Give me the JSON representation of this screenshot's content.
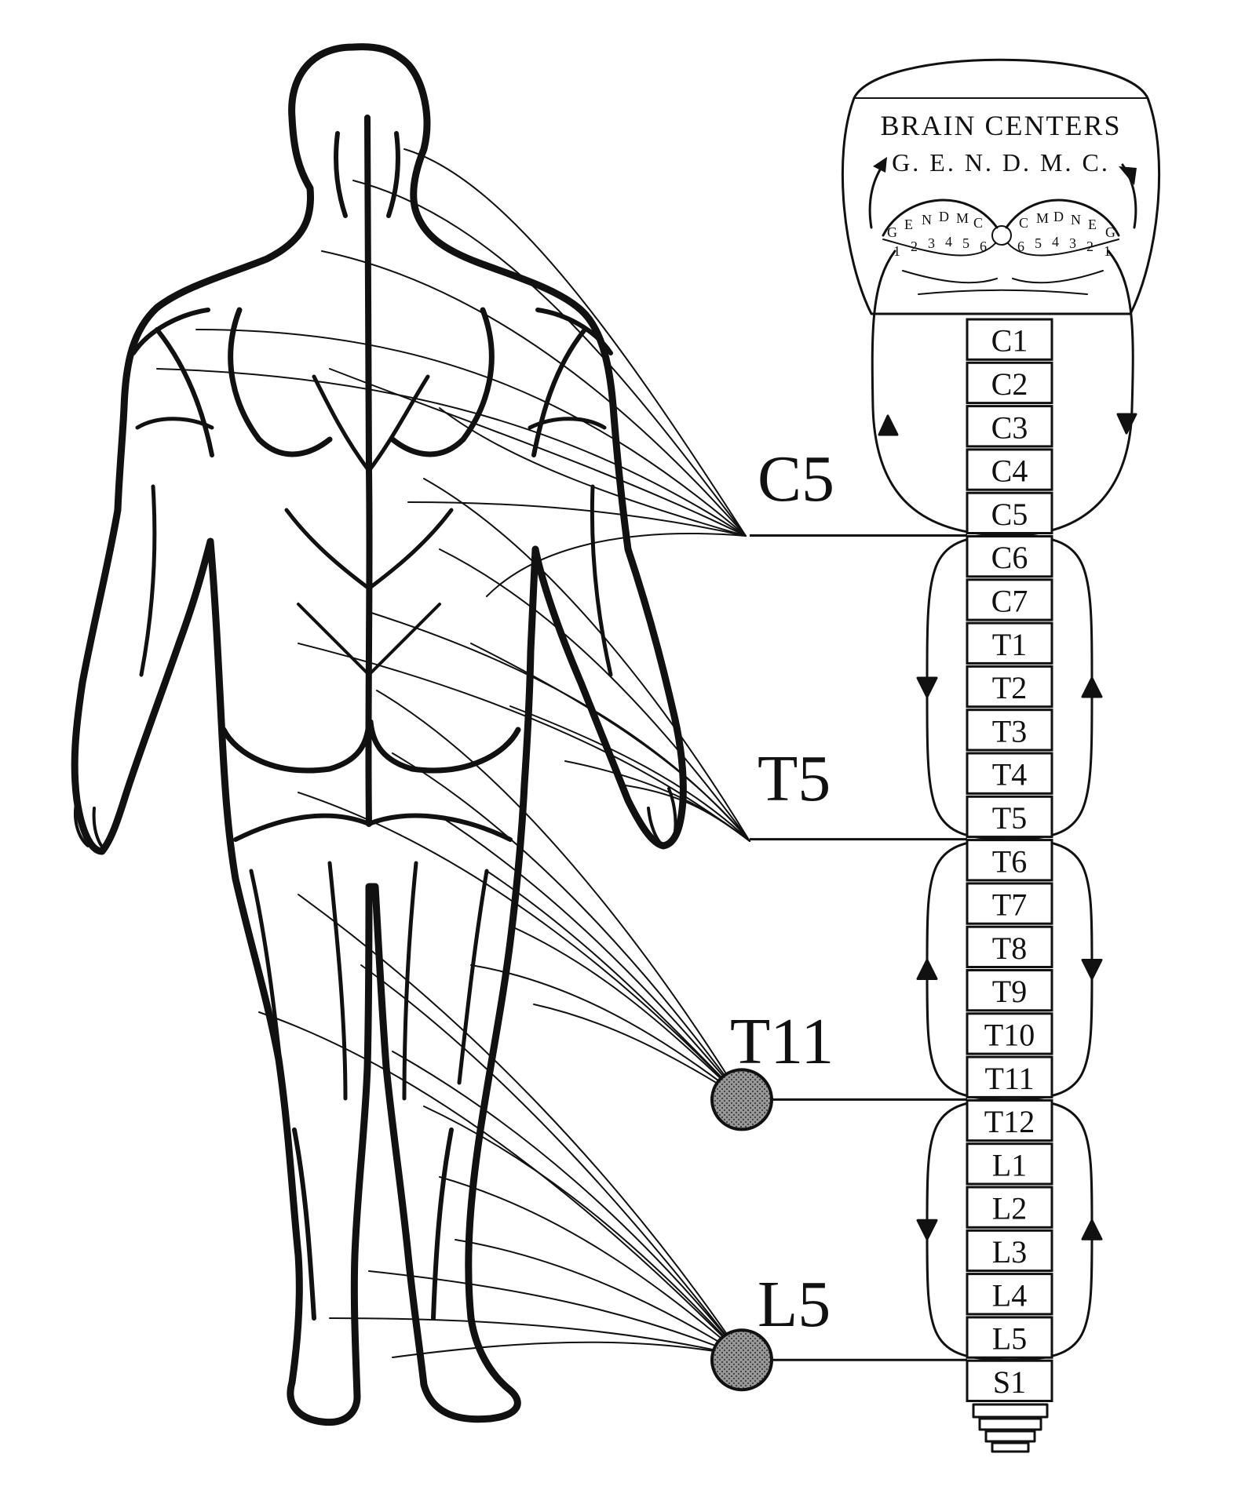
{
  "brain": {
    "title": "BRAIN CENTERS",
    "subtitle": "G. E. N. D. M. C.",
    "left_letters": [
      "G",
      "E",
      "N",
      "D",
      "M",
      "C"
    ],
    "right_letters": [
      "C",
      "M",
      "D",
      "N",
      "E",
      "G"
    ],
    "left_numbers": [
      "1",
      "2",
      "3",
      "4",
      "5",
      "6"
    ],
    "right_numbers": [
      "6",
      "5",
      "4",
      "3",
      "2",
      "1"
    ]
  },
  "spine": {
    "segments": [
      "C1",
      "C2",
      "C3",
      "C4",
      "C5",
      "C6",
      "C7",
      "T1",
      "T2",
      "T3",
      "T4",
      "T5",
      "T6",
      "T7",
      "T8",
      "T9",
      "T10",
      "T11",
      "T12",
      "L1",
      "L2",
      "L3",
      "L4",
      "L5",
      "S1"
    ]
  },
  "levels": [
    {
      "label": "C5",
      "segment": "C5",
      "has_ganglion": false
    },
    {
      "label": "T5",
      "segment": "T5",
      "has_ganglion": false
    },
    {
      "label": "T11",
      "segment": "T11",
      "has_ganglion": true
    },
    {
      "label": "L5",
      "segment": "L5",
      "has_ganglion": true
    }
  ]
}
